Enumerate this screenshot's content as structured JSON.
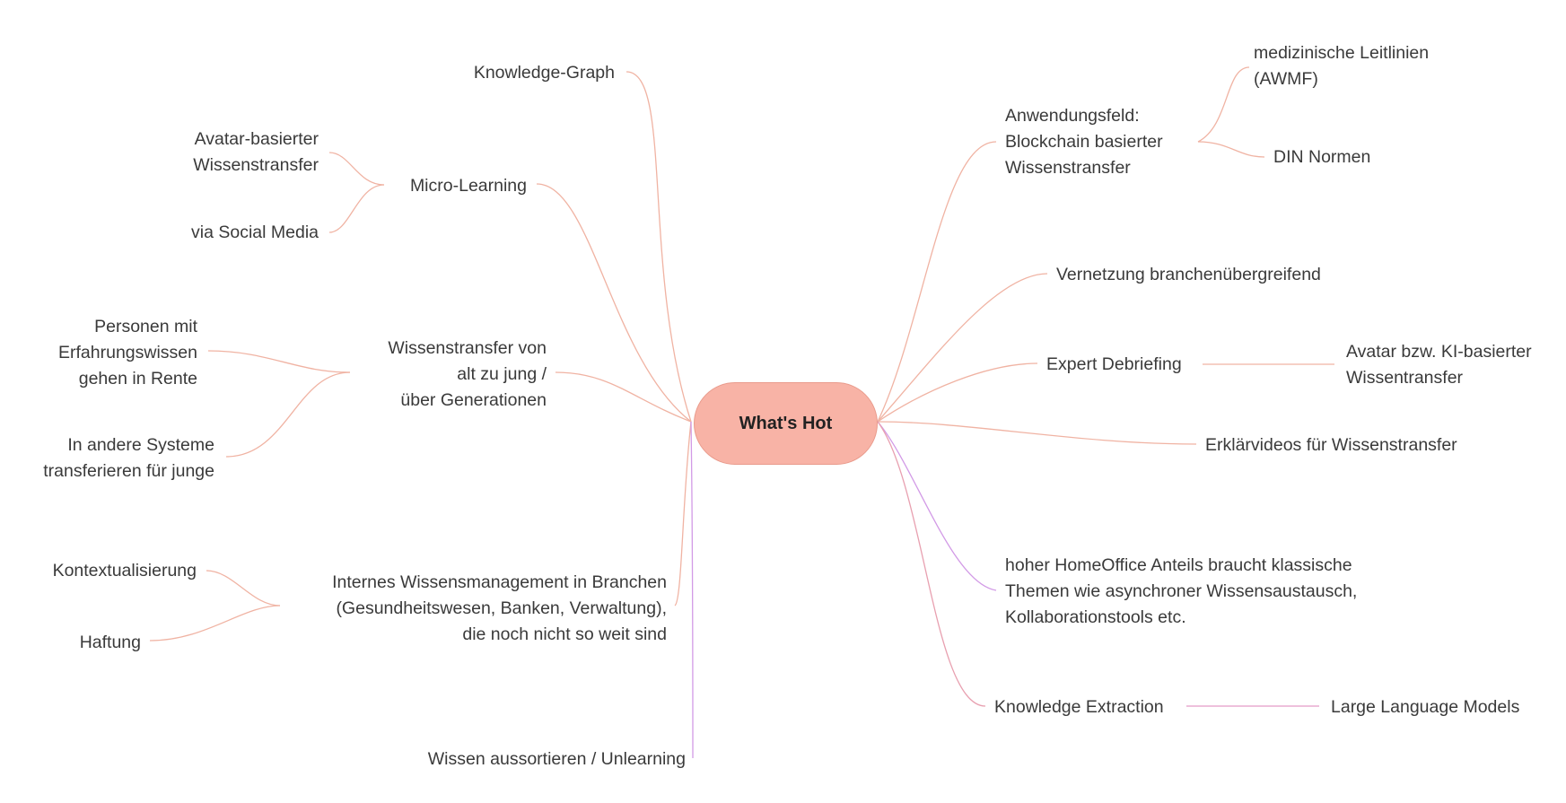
{
  "center": {
    "label": "What's Hot"
  },
  "left": {
    "knowledge_graph": [
      "Knowledge-Graph"
    ],
    "micro_learning": [
      "Micro-Learning"
    ],
    "avatar": [
      "Avatar-basierter",
      "Wissenstransfer"
    ],
    "social_media": [
      "via Social Media"
    ],
    "generationen": [
      "Wissenstransfer von",
      "alt zu jung /",
      "über Generationen"
    ],
    "personen": [
      "Personen mit",
      "Erfahrungswissen",
      "gehen in Rente"
    ],
    "andere_systeme": [
      "In andere Systeme",
      "transferieren für junge"
    ],
    "internes": [
      "Internes Wissensmanagement in Branchen",
      "(Gesundheitswesen, Banken, Verwaltung),",
      "die noch nicht so weit sind"
    ],
    "kontext": [
      "Kontextualisierung"
    ],
    "haftung": [
      "Haftung"
    ],
    "unlearning": [
      "Wissen aussortieren / Unlearning"
    ]
  },
  "right": {
    "blockchain": [
      "Anwendungsfeld:",
      "Blockchain basierter",
      "Wissenstransfer"
    ],
    "leitlinien": [
      "medizinische Leitlinien",
      "(AWMF)"
    ],
    "din": [
      "DIN Normen"
    ],
    "vernetzung": [
      "Vernetzung branchenübergreifend"
    ],
    "debriefing": [
      "Expert Debriefing"
    ],
    "avatar_ki": [
      "Avatar bzw. KI-basierter",
      "Wissentransfer"
    ],
    "erklaervideos": [
      "Erklärvideos für Wissenstransfer"
    ],
    "homeoffice": [
      "hoher HomeOffice Anteils braucht klassische",
      "Themen wie asynchroner Wissensaustausch,",
      "Kollaborationstools etc."
    ],
    "extraction": [
      "Knowledge Extraction"
    ],
    "llm": [
      "Large Language Models"
    ]
  },
  "colors": {
    "edge": "#f0b3a3",
    "edge_purple": "#d29ae6",
    "center_fill": "#f8b3a6",
    "text": "#3a3a3a"
  }
}
